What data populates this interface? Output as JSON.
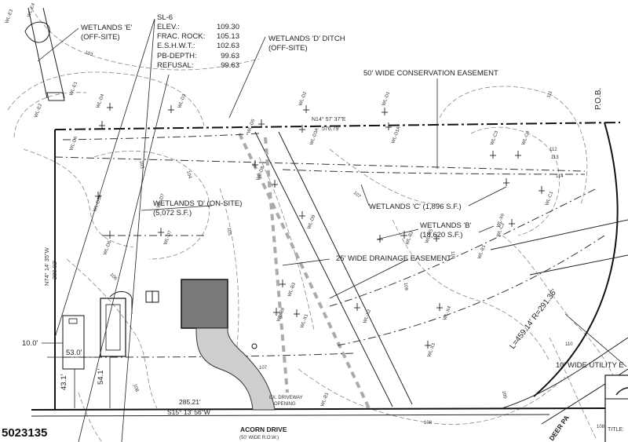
{
  "soil_log": {
    "id": "SL-6",
    "rows": [
      {
        "label": "ELEV.:",
        "value": "109.30"
      },
      {
        "label": "FRAC. ROCK:",
        "value": "105.13"
      },
      {
        "label": "E.S.H.W.T.:",
        "value": "102.63"
      },
      {
        "label": "PB-DEPTH:",
        "value": "99.63"
      },
      {
        "label": "REFUSAL:",
        "value": "99.63"
      }
    ]
  },
  "labels": {
    "wetlands_e": "WETLANDS 'E'",
    "wetlands_e_sub": "(OFF-SITE)",
    "wetlands_d_ditch": "WETLANDS 'D' DITCH",
    "wetlands_d_ditch_sub": "(OFF-SITE)",
    "conservation_easement": "50' WIDE CONSERVATION EASEMENT",
    "pob": "P.O.B.",
    "bearing_north": "N14° 57' 37\"E",
    "dist_north": "576.79'",
    "wetlands_d_onsite": "WETLANDS 'D' (ON-SITE)",
    "wetlands_d_area": "(5,072 S.F.)",
    "wetlands_c": "WETLANDS 'C' (1,896 S.F.)",
    "wetlands_b": "WETLANDS 'B'",
    "wetlands_b_area": "(18,620 S.F.)",
    "drainage_easement": "25' WIDE DRAINAGE EASEMENT",
    "bearing_west": "N74° 14' 35\"W",
    "dist_west": "289.92'",
    "curve": "L=459.14' R=291.36'",
    "utility_easement": "10' WIDE UTILITY E",
    "dim_10": "10.0'",
    "dim_53": "53.0'",
    "dim_54": "54.1'",
    "dim_43": "43.1'",
    "dist_south": "285.21'",
    "bearing_south": "S15° 13' 56\"W",
    "driveway": "EX. DRIVEWAY",
    "driveway_sub": "OPENING",
    "road": "ACORN DRIVE",
    "road_sub": "(50' WIDE R.O.W.)",
    "deer_road": "DEER PA",
    "title_block": "TITLE:",
    "listing_number": "5023135"
  },
  "contours": [
    "103",
    "103",
    "104",
    "105",
    "106",
    "107",
    "107",
    "108",
    "108",
    "109",
    "110",
    "111",
    "112",
    "113",
    "114",
    "110",
    "109",
    "108"
  ],
  "flags": [
    "WL-E3",
    "WL-E4",
    "WL-E1",
    "WL-E2",
    "WL-D4",
    "WL-D3",
    "WL-D2",
    "WL-D1",
    "WL-D1A",
    "WL-D5",
    "WL-D3A",
    "WL-D5A",
    "WL-D6",
    "WL-D7",
    "WL-D8",
    "WL-D9",
    "WL-D7",
    "WL-D6",
    "WL-B3",
    "WL-B8",
    "WL-C3",
    "WL-C4",
    "WL-C2",
    "WL-C1",
    "WL-B1",
    "WL-B2",
    "WL-X1",
    "WL-X2",
    "WL-X3",
    "WL-X4",
    "WL-X5",
    "WL-X6",
    "WL-B1"
  ]
}
